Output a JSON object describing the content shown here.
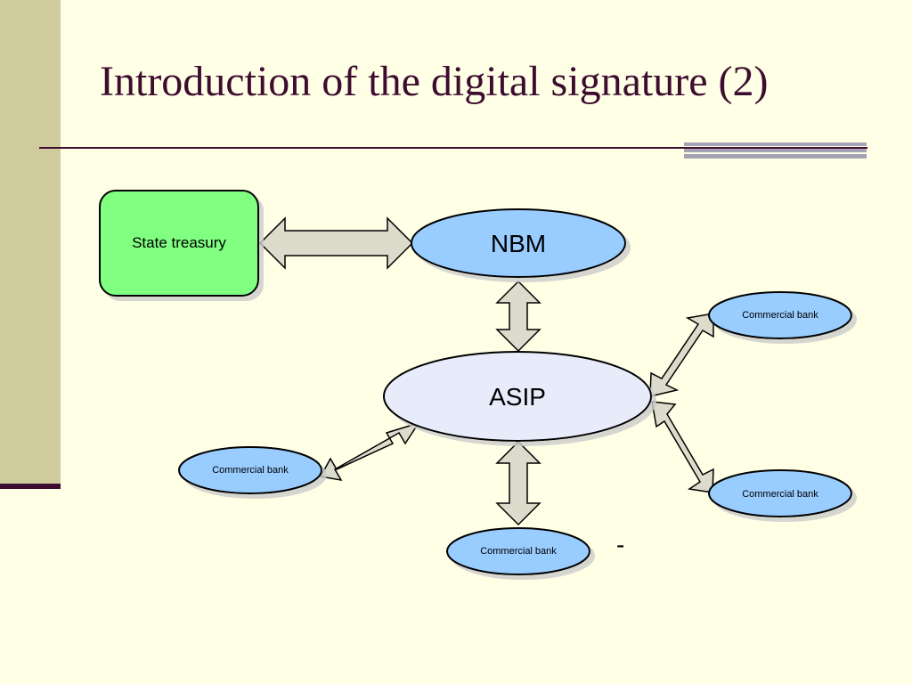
{
  "slide": {
    "title": "Introduction of the digital signature (2)",
    "stray_mark": "-"
  },
  "diagram": {
    "nodes": {
      "treasury": "State treasury",
      "nbm": "NBM",
      "asip": "ASIP",
      "bank_right_top": "Commercial bank",
      "bank_left": "Commercial bank",
      "bank_right_bottom": "Commercial bank",
      "bank_bottom": "Commercial bank"
    },
    "colors": {
      "treasury_fill": "#80ff80",
      "nbm_fill": "#99ccff",
      "asip_fill": "#e8ecfa",
      "bank_fill": "#99ccff",
      "arrow_fill": "#dcdccc",
      "stroke": "#000000"
    }
  }
}
